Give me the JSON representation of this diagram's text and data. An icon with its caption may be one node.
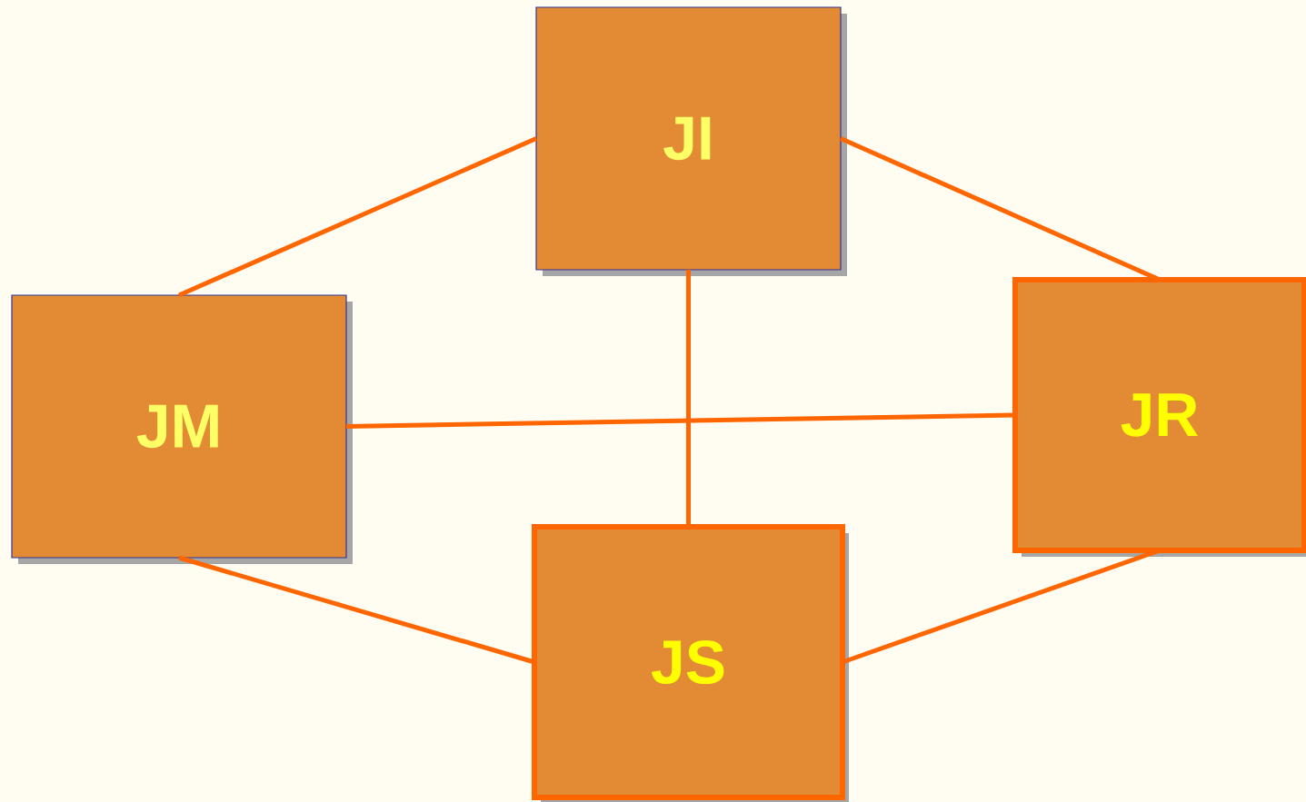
{
  "diagram": {
    "nodes": [
      {
        "text": [
          "JI"
        ]
      },
      {
        "text": [
          "JM"
        ]
      },
      {
        "text": [
          "JR"
        ]
      },
      {
        "text": [
          "JS"
        ]
      }
    ],
    "edges": [
      {
        "from": 0,
        "to": 1,
        "arrow": "none"
      },
      {
        "from": 0,
        "to": 2,
        "arrow": "none"
      },
      {
        "from": 0,
        "to": 3,
        "arrow": "none"
      },
      {
        "from": 1,
        "to": 2,
        "arrow": "none"
      },
      {
        "from": 1,
        "to": 3,
        "arrow": "none"
      },
      {
        "from": 2,
        "to": 3,
        "arrow": "none"
      }
    ]
  }
}
